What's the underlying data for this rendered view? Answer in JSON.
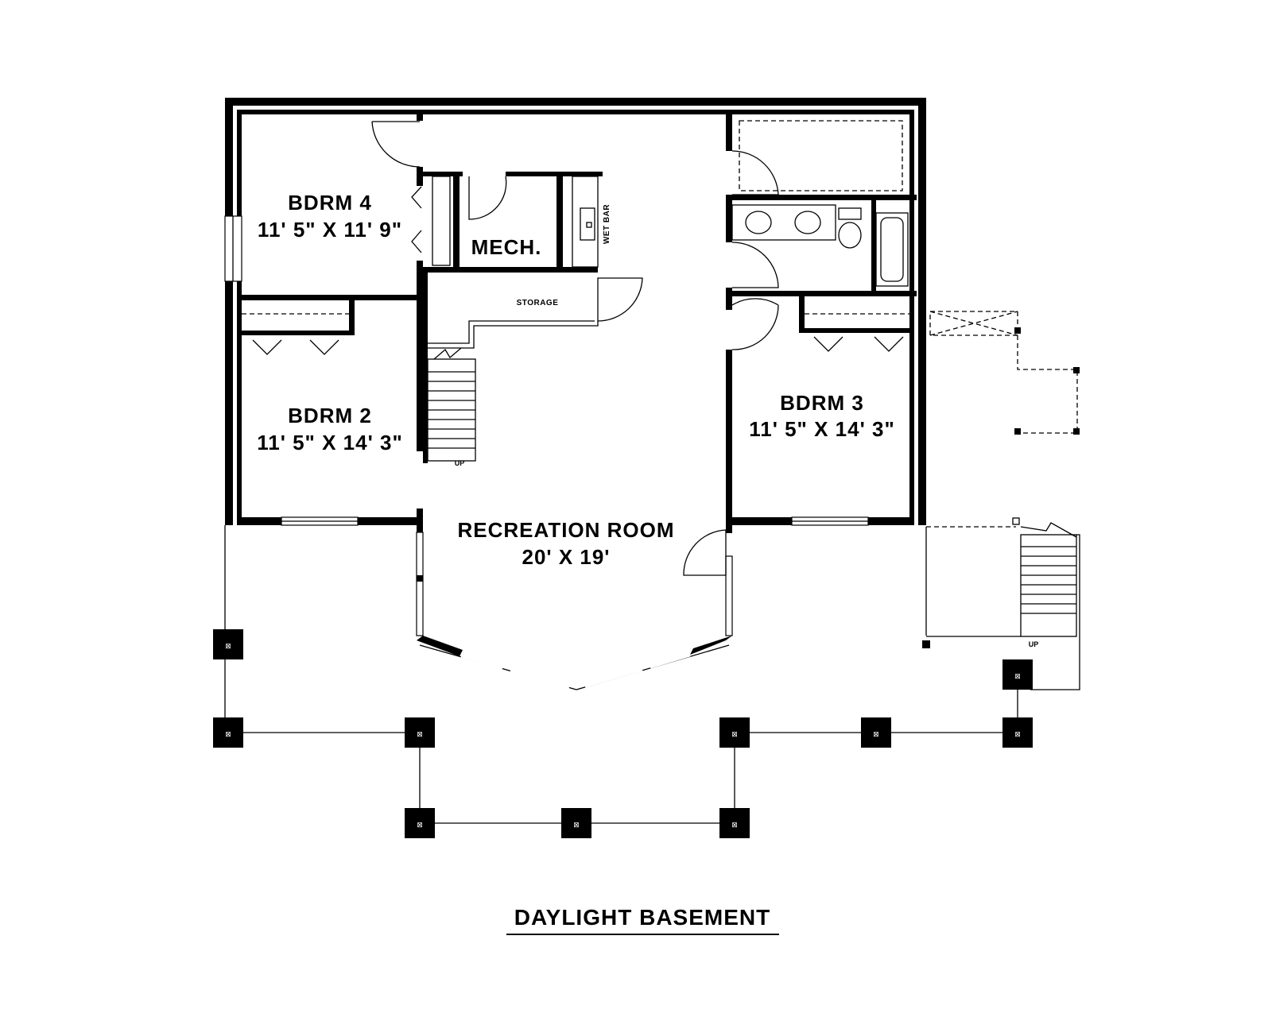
{
  "title": "DAYLIGHT BASEMENT",
  "rooms": {
    "bdrm4": {
      "name": "BDRM 4",
      "dims": "11' 5\" X 11' 9\""
    },
    "bdrm2": {
      "name": "BDRM 2",
      "dims": "11' 5\" X 14' 3\""
    },
    "bdrm3": {
      "name": "BDRM 3",
      "dims": "11' 5\" X 14' 3\""
    },
    "mech": {
      "name": "MECH."
    },
    "storage": {
      "name": "STORAGE"
    },
    "wetbar": {
      "name": "WET BAR"
    },
    "recreation": {
      "name": "RECREATION ROOM",
      "dims": "20' X 19'"
    }
  },
  "stairs": {
    "interior_up": "UP",
    "exterior_up": "UP"
  }
}
